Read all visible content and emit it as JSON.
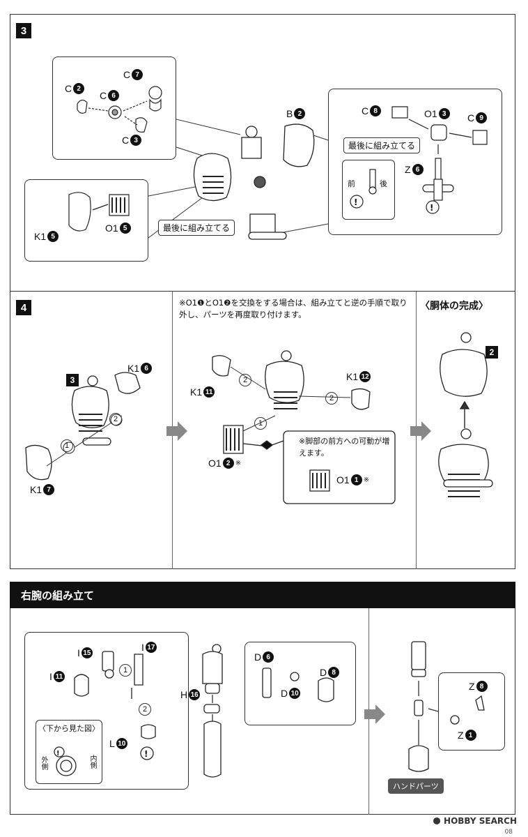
{
  "step3": {
    "number": "3",
    "labels": {
      "c7": "C",
      "c7n": "7",
      "c2": "C",
      "c2n": "2",
      "c6": "C",
      "c6n": "6",
      "c3": "C",
      "c3n": "3",
      "b2": "B",
      "b2n": "2",
      "c8": "C",
      "c8n": "8",
      "o13": "O1",
      "o13n": "3",
      "c9": "C",
      "c9n": "9",
      "z6": "Z",
      "z6n": "6",
      "k15": "K1",
      "k15n": "5",
      "o15": "O1",
      "o15n": "5"
    },
    "front": "前",
    "back": "後",
    "last_assemble_a": "最後に組み立てる",
    "last_assemble_b": "最後に組み立てる"
  },
  "step4": {
    "number": "4",
    "note": "※O1❶とO1❷を交換をする場合は、組み立てと逆の手順で取り外し、パーツを再度取り付けます。",
    "completion_title": "〈胴体の完成〉",
    "ref3": "3",
    "ref2": "2",
    "labels": {
      "k16": "K1",
      "k16n": "6",
      "k17": "K1",
      "k17n": "7",
      "k111": "K1",
      "k111n": "11",
      "k112": "K1",
      "k112n": "12",
      "o12": "O1",
      "o12n": "2",
      "o12s": "※",
      "o11": "O1",
      "o11n": "1",
      "o11s": "※"
    },
    "leg_note": "※脚部の前方への可動が増えます。",
    "seq": [
      "1",
      "2",
      "1",
      "2",
      "1",
      "2"
    ]
  },
  "right_arm": {
    "title": "右腕の組み立て",
    "labels": {
      "i15": "I",
      "i15n": "15",
      "i17": "I",
      "i17n": "17",
      "i11": "I",
      "i11n": "11",
      "l10": "L",
      "l10n": "10",
      "h16": "H",
      "h16n": "16",
      "d6": "D",
      "d6n": "6",
      "d8": "D",
      "d8n": "8",
      "d10": "D",
      "d10n": "10",
      "z8": "Z",
      "z8n": "8",
      "z1": "Z",
      "z1n": "1"
    },
    "bottom_view": "〈下から見た図〉",
    "outer": "外側",
    "inner": "内側",
    "hand_parts": "ハンドパーツ",
    "seq": [
      "1",
      "2"
    ]
  },
  "footer": {
    "brand": "HOBBY SEARCH",
    "page": "08"
  }
}
